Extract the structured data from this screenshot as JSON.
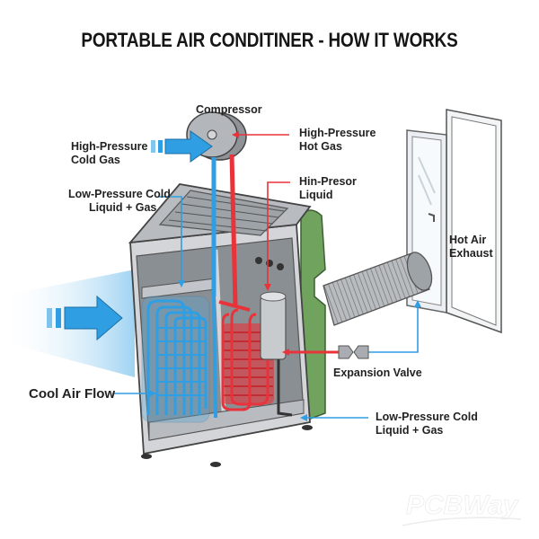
{
  "title": "PORTABLE AIR CONDITINER - HOW IT WORKS",
  "labels": {
    "compressor": "Compressor",
    "high_pressure_cold_gas": [
      "High-Pressure",
      "Cold Gas"
    ],
    "high_pressure_hot_gas": [
      "High-Pressure",
      "Hot Gas"
    ],
    "low_pressure_cold_top": [
      "Low-Pressure Cold",
      "Liquid + Gas"
    ],
    "hin_presor_liquid": [
      "Hin-Presor",
      "Liquid"
    ],
    "hot_air_exhaust": [
      "Hot Air",
      "Exhaust"
    ],
    "expansion_valve": "Expansion Valve",
    "cool_air_flow": "Cool Air Flow",
    "low_pressure_cold_bottom": [
      "Low-Pressure Cold",
      "Liquid + Gas"
    ]
  },
  "watermark": "PCBWay",
  "colors": {
    "cold_line": "#2f9ee3",
    "hot_line": "#e8333a",
    "unit_gray": "#9ea3a8",
    "unit_green": "#6fa35e",
    "frame_gray": "#d2d4d6"
  }
}
